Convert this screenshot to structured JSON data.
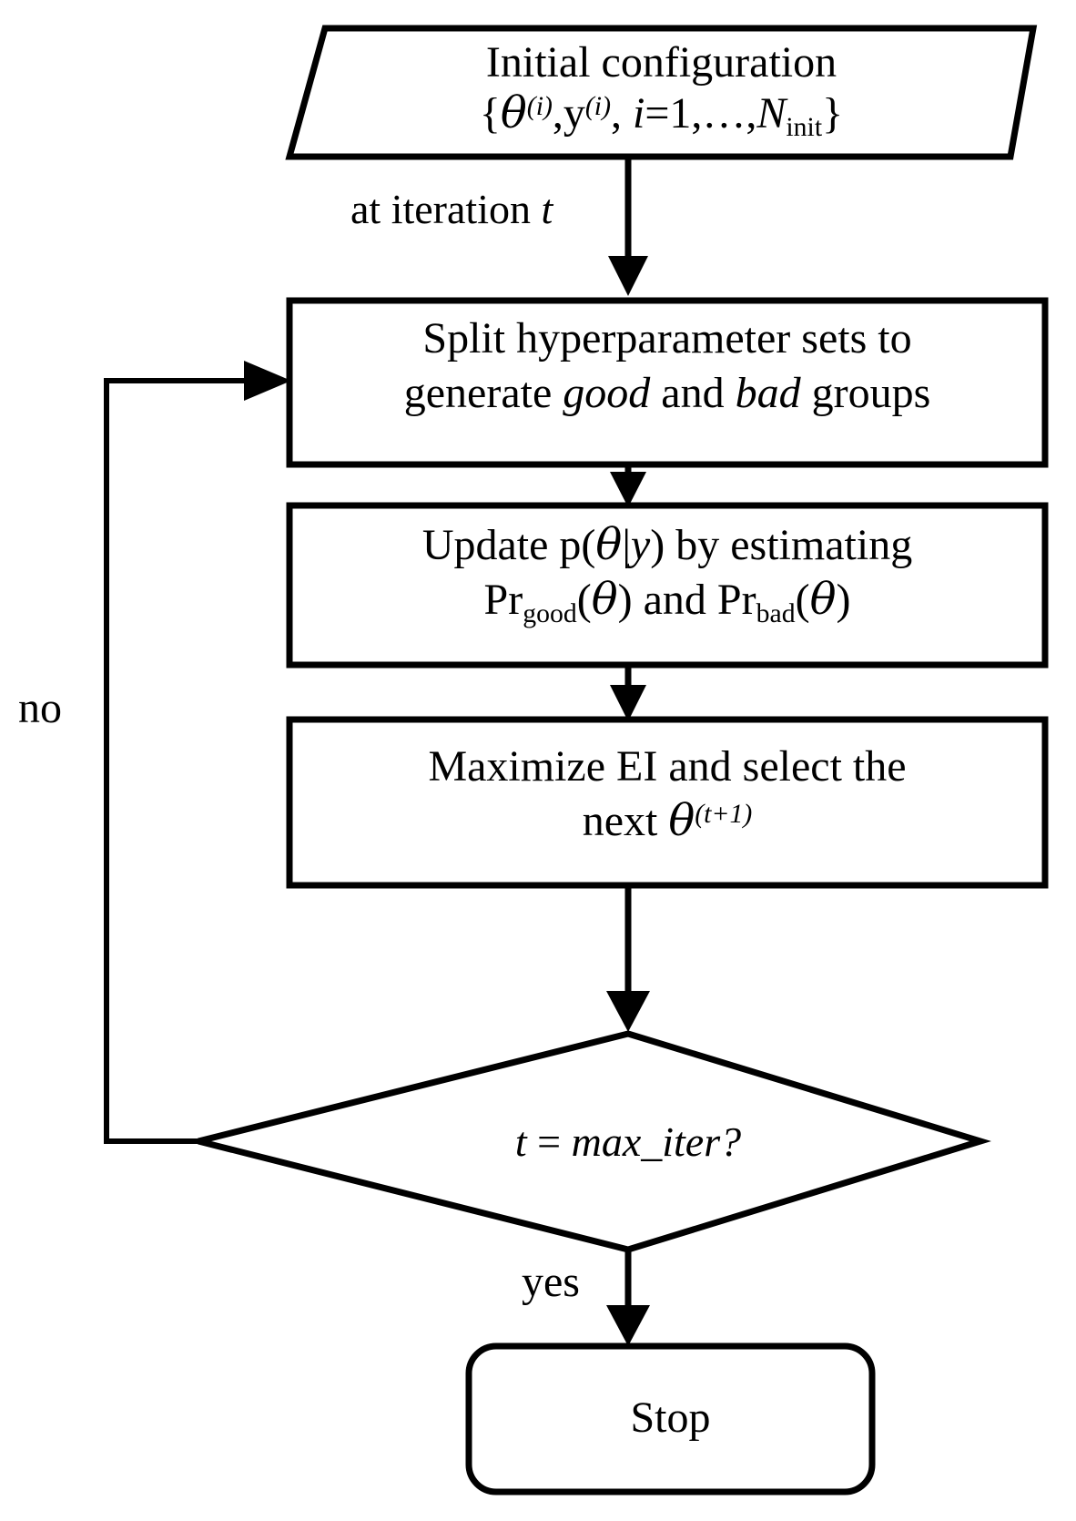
{
  "diagram": {
    "title": "TPE hyperparameter optimization flowchart",
    "background_color": "#ffffff",
    "line_color": "#000000",
    "nodes": [
      {
        "id": "initial-configuration",
        "shape": "parallelogram",
        "role": "input",
        "line1": "Initial configuration",
        "line2_parts": {
          "open_brace": "{",
          "theta": "θ",
          "theta_sup": "(i)",
          "comma1": ",y",
          "y_sup": "(i)",
          "comma2": ", ",
          "i_var": "i",
          "eq": "=1,…,",
          "n_var": "N",
          "n_sub": "init",
          "close_brace": "}"
        },
        "plain_text": "Initial configuration {θ(i),y(i), i=1,…,Ninit}"
      },
      {
        "id": "split-hyperparameter-sets",
        "shape": "rectangle",
        "role": "process",
        "line1": "Split hyperparameter sets to",
        "line2_parts": {
          "pre": "generate ",
          "em1": "good",
          "mid": " and ",
          "em2": "bad",
          "post": " groups"
        },
        "plain_text": "Split hyperparameter sets to generate good and bad groups"
      },
      {
        "id": "update-posterior",
        "shape": "rectangle",
        "role": "process",
        "line1_parts": {
          "pre": "Update p(",
          "theta": "θ",
          "bar": "|",
          "y": "y",
          "post": ") by estimating"
        },
        "line2_parts": {
          "pr1": "Pr",
          "pr1_sub": "good",
          "pr1_arg_open": "(",
          "theta1": "θ",
          "pr1_arg_close": ")",
          "and": " and ",
          "pr2": "Pr",
          "pr2_sub": "bad",
          "pr2_arg_open": "(",
          "theta2": "θ",
          "pr2_arg_close": ")"
        },
        "plain_text": "Update p(θ|y) by estimating Pr_good(θ) and Pr_bad(θ)"
      },
      {
        "id": "maximize-ei",
        "shape": "rectangle",
        "role": "process",
        "line1": "Maximize EI and select the",
        "line2_parts": {
          "pre": "next ",
          "theta": "θ",
          "sup": "(t+1)"
        },
        "plain_text": "Maximize EI and select the next θ(t+1)"
      },
      {
        "id": "max-iter-decision",
        "shape": "diamond",
        "role": "decision",
        "text_parts": {
          "t": "t",
          "eq": " = ",
          "expr": "max_iter",
          "q": "?"
        },
        "plain_text": "t = max_iter?"
      },
      {
        "id": "stop",
        "shape": "rounded-rectangle",
        "role": "terminator",
        "line1": "Stop",
        "plain_text": "Stop"
      }
    ],
    "edges": [
      {
        "id": "edge-initial-to-split",
        "from": "initial-configuration",
        "to": "split-hyperparameter-sets",
        "label_parts": {
          "pre": "at iteration ",
          "var": "t"
        },
        "label": "at iteration t"
      },
      {
        "id": "edge-split-to-update",
        "from": "split-hyperparameter-sets",
        "to": "update-posterior",
        "label": ""
      },
      {
        "id": "edge-update-to-maximize",
        "from": "update-posterior",
        "to": "maximize-ei",
        "label": ""
      },
      {
        "id": "edge-maximize-to-decision",
        "from": "maximize-ei",
        "to": "max-iter-decision",
        "label": ""
      },
      {
        "id": "edge-decision-no-loop",
        "from": "max-iter-decision",
        "to": "split-hyperparameter-sets",
        "label": "no"
      },
      {
        "id": "edge-decision-yes-stop",
        "from": "max-iter-decision",
        "to": "stop",
        "label": "yes"
      }
    ]
  }
}
